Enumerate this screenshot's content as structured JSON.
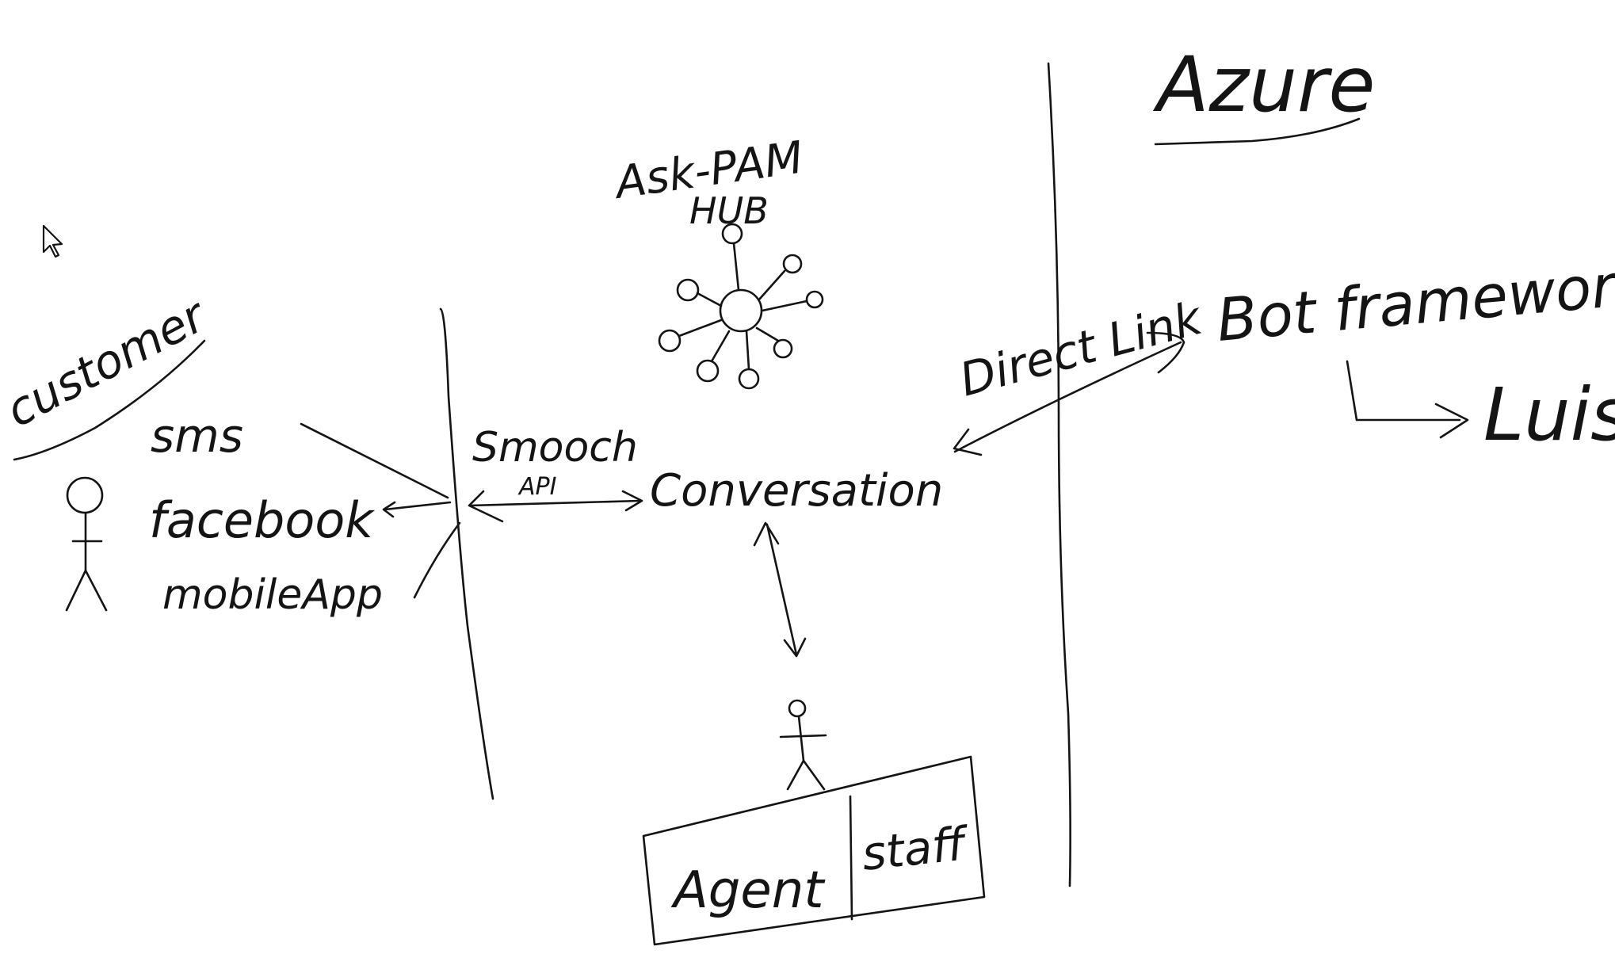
{
  "regions": {
    "customer": "customer",
    "azure": "Azure"
  },
  "channels": {
    "sms": "sms",
    "facebook": "facebook",
    "mobile_app": "mobileApp"
  },
  "smooch": {
    "name": "Smooch",
    "api": "API"
  },
  "hub": {
    "title_line1": "Ask-PAM",
    "title_line2": "HUB"
  },
  "conversation": "Conversation",
  "direct_link": "Direct Link",
  "bot_framework": "Bot framework",
  "luis": "Luis",
  "agent_box": {
    "left": "Agent",
    "right": "staff"
  },
  "colors": {
    "ink": "#141414",
    "background": "#ffffff"
  }
}
